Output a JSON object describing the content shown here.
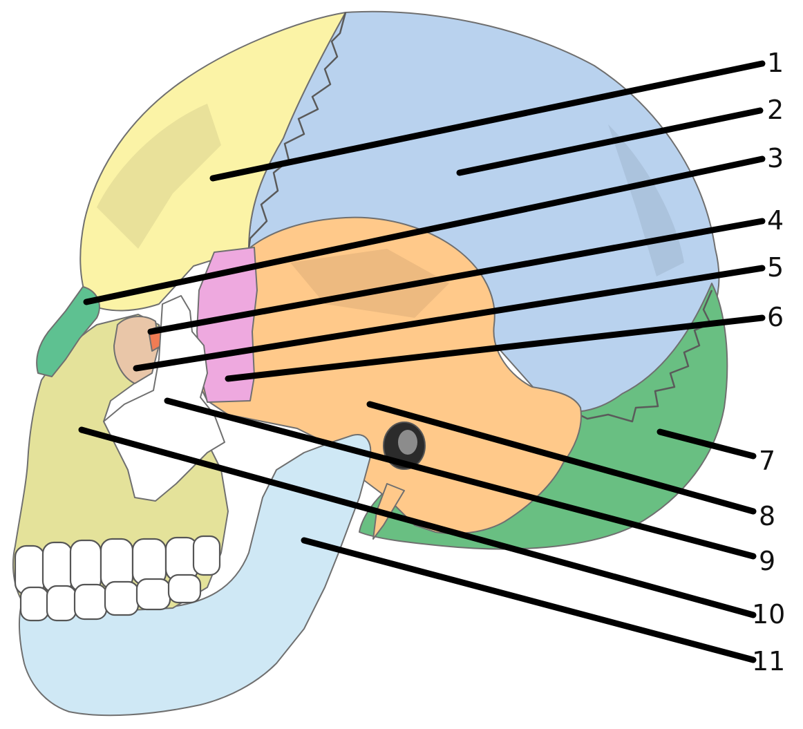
{
  "colors": {
    "frontal": "#fbf3a6",
    "parietal": "#b9d2ee",
    "temporal": "#ffc98a",
    "occipital": "#69bf82",
    "sphenoid": "#eea9df",
    "zygomatic": "#ffffff",
    "maxilla": "#e4e29a",
    "mandible": "#cfe8f5",
    "nasal": "#5ec191",
    "lacrimal": "#e9c6a8",
    "ethmoid": "#f07c54",
    "teeth": "#ffffff"
  },
  "labels": [
    {
      "id": "1",
      "text": "1"
    },
    {
      "id": "2",
      "text": "2"
    },
    {
      "id": "3",
      "text": "3"
    },
    {
      "id": "4",
      "text": "4"
    },
    {
      "id": "5",
      "text": "5"
    },
    {
      "id": "6",
      "text": "6"
    },
    {
      "id": "7",
      "text": "7"
    },
    {
      "id": "8",
      "text": "8"
    },
    {
      "id": "9",
      "text": "9"
    },
    {
      "id": "10",
      "text": "10"
    },
    {
      "id": "11",
      "text": "11"
    }
  ]
}
